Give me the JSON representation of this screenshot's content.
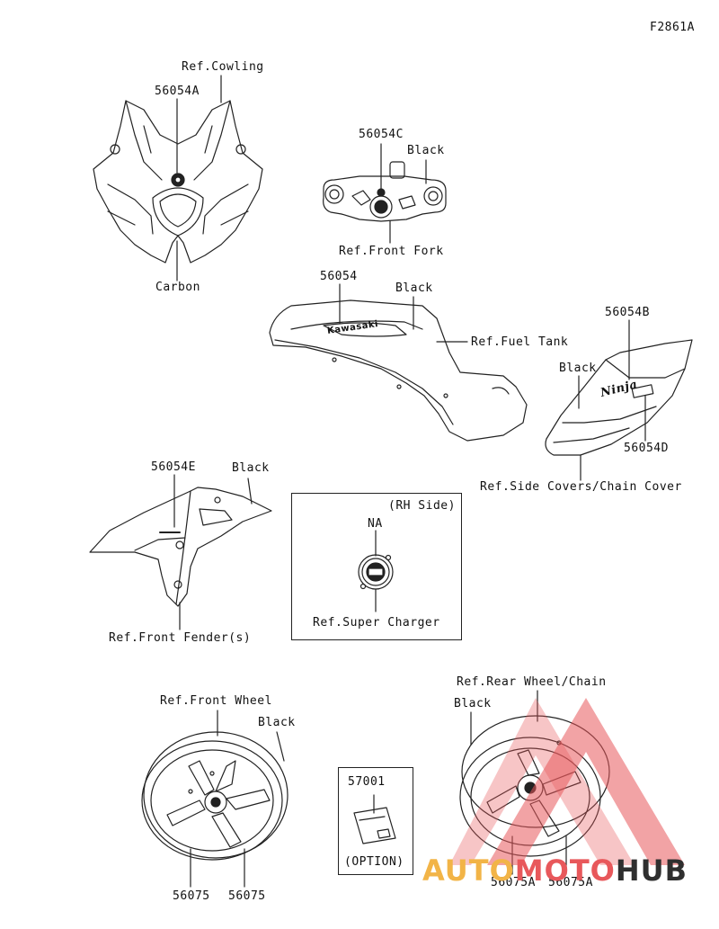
{
  "figure_code": "F2861A",
  "labels": {
    "ref_cowling": "Ref.Cowling",
    "p56054A": "56054A",
    "carbon": "Carbon",
    "p56054C": "56054C",
    "black_fork": "Black",
    "ref_front_fork": "Ref.Front Fork",
    "p56054": "56054",
    "black_tank": "Black",
    "ref_fuel_tank": "Ref.Fuel Tank",
    "p56054B": "56054B",
    "black_side": "Black",
    "p56054D": "56054D",
    "ref_side_covers": "Ref.Side Covers/Chain Cover",
    "p56054E": "56054E",
    "black_fender": "Black",
    "ref_front_fender": "Ref.Front Fender(s)",
    "rh_side": "(RH Side)",
    "na": "NA",
    "ref_super_charger": "Ref.Super Charger",
    "ref_front_wheel": "Ref.Front Wheel",
    "black_front_wheel": "Black",
    "p56075_left": "56075",
    "p56075_right": "56075",
    "p57001": "57001",
    "option": "(OPTION)",
    "ref_rear_wheel": "Ref.Rear Wheel/Chain",
    "black_rear_wheel": "Black",
    "p56075A_left": "56075A",
    "p56075A_right": "56075A"
  },
  "tank_logo": "Kawasaki",
  "side_logo": "Ninja",
  "watermark": {
    "part1": "AUTO",
    "part2": "MOTO",
    "part3": "HUB"
  },
  "colors": {
    "line": "#222222",
    "watermark_red": "#e8585b",
    "watermark_orange": "#f2b447",
    "watermark_dark": "#2f2f2f"
  }
}
